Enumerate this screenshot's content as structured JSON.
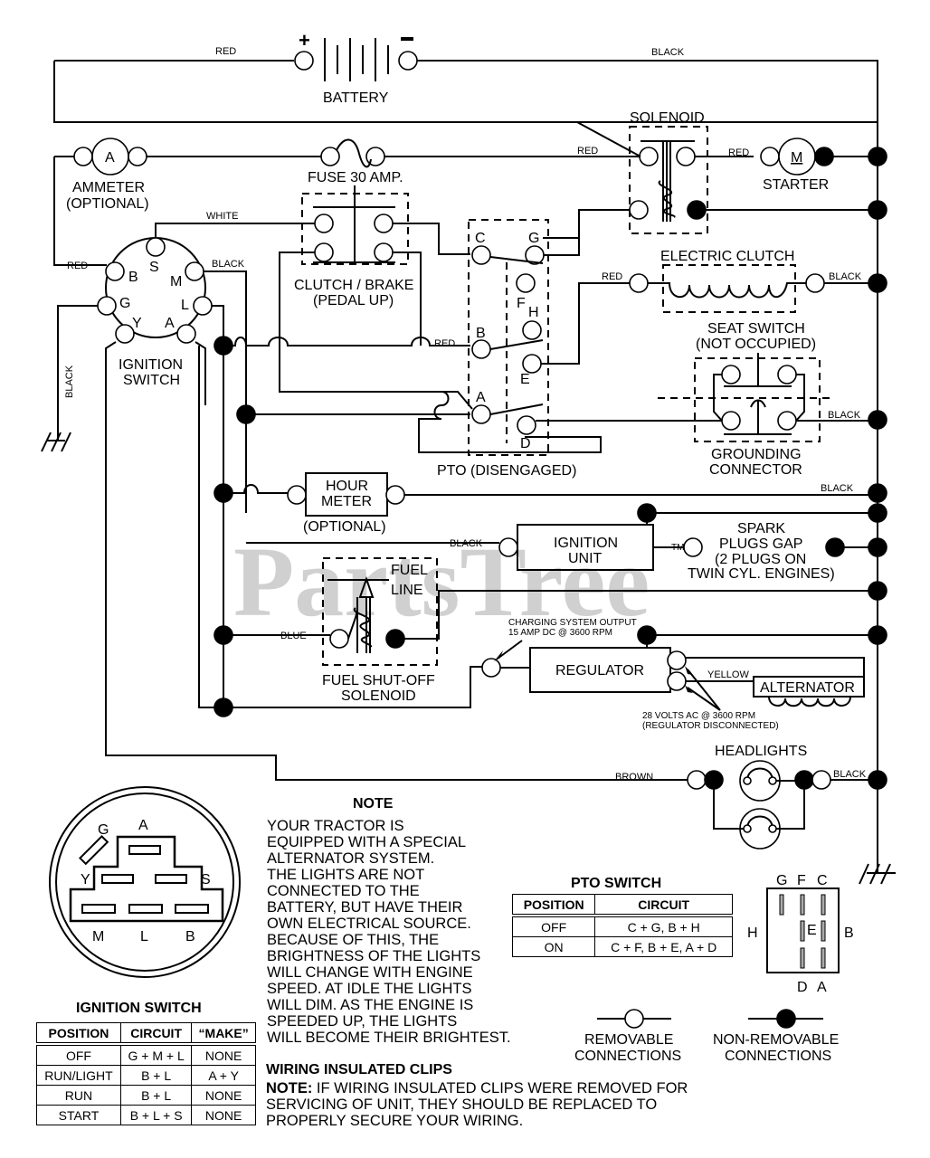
{
  "watermark": {
    "text": "PartsTree",
    "tm": "TM"
  },
  "components": {
    "battery": {
      "label": "BATTERY",
      "plus": "+",
      "minus": "−"
    },
    "ammeter": {
      "symbol": "A",
      "label_1": "AMMETER",
      "label_2": "(OPTIONAL)"
    },
    "fuse": {
      "label": "FUSE 30 AMP."
    },
    "solenoid": {
      "label": "SOLENOID"
    },
    "starter": {
      "symbol": "M",
      "label": "STARTER"
    },
    "clutch_brake": {
      "label_1": "CLUTCH / BRAKE",
      "label_2": "(PEDAL UP)"
    },
    "ignition_switch": {
      "label_1": "IGNITION",
      "label_2": "SWITCH",
      "terminals": [
        "S",
        "B",
        "M",
        "G",
        "L",
        "Y",
        "A"
      ]
    },
    "pto": {
      "label": "PTO (DISENGAGED)",
      "terminals": [
        "C",
        "G",
        "F",
        "H",
        "B",
        "E",
        "A",
        "D"
      ]
    },
    "electric_clutch": {
      "label": "ELECTRIC CLUTCH"
    },
    "seat_switch": {
      "label_1": "SEAT SWITCH",
      "label_2": "(NOT OCCUPIED)"
    },
    "grounding_connector": {
      "label_1": "GROUNDING",
      "label_2": "CONNECTOR"
    },
    "hour_meter": {
      "label_1": "HOUR",
      "label_2": "METER",
      "label_3": "(OPTIONAL)"
    },
    "ignition_unit": {
      "label_1": "IGNITION",
      "label_2": "UNIT"
    },
    "spark_plugs": {
      "label_1": "SPARK",
      "label_2": "PLUGS GAP",
      "label_3": "(2 PLUGS ON",
      "label_4": "TWIN CYL. ENGINES)"
    },
    "fuel_solenoid": {
      "label_1": "FUEL",
      "label_2": "LINE",
      "label_3": "FUEL SHUT-OFF",
      "label_4": "SOLENOID"
    },
    "regulator": {
      "label": "REGULATOR",
      "charging_1": "CHARGING SYSTEM OUTPUT",
      "charging_2": "15 AMP DC @ 3600 RPM"
    },
    "alternator": {
      "label": "ALTERNATOR",
      "volts_1": "28 VOLTS AC @ 3600 RPM",
      "volts_2": "(REGULATOR DISCONNECTED)"
    },
    "headlights": {
      "label": "HEADLIGHTS"
    }
  },
  "wires": {
    "red_battery": "RED",
    "black_battery": "BLACK",
    "red_solenoid": "RED",
    "red_starter": "RED",
    "white": "WHITE",
    "red_ign": "RED",
    "black_ign": "BLACK",
    "black_ground": "BLACK",
    "red_pto": "RED",
    "red_clutch": "RED",
    "black_clutch": "BLACK",
    "black_seat": "BLACK",
    "black_hour": "BLACK",
    "black_ignunit": "BLACK",
    "blue": "BLUE",
    "yellow": "YELLOW",
    "brown": "BROWN",
    "black_head": "BLACK"
  },
  "ignition_face": {
    "terminals": [
      "G",
      "A",
      "Y",
      "S",
      "M",
      "L",
      "B"
    ],
    "title": "IGNITION SWITCH"
  },
  "ignition_table": {
    "headers": [
      "POSITION",
      "CIRCUIT",
      "“MAKE”"
    ],
    "rows": [
      [
        "OFF",
        "G + M + L",
        "NONE"
      ],
      [
        "RUN/LIGHT",
        "B + L",
        "A + Y"
      ],
      [
        "RUN",
        "B + L",
        "NONE"
      ],
      [
        "START",
        "B + L + S",
        "NONE"
      ]
    ]
  },
  "note": {
    "title": "NOTE",
    "lines": [
      "YOUR TRACTOR IS",
      "EQUIPPED WITH A SPECIAL",
      "ALTERNATOR SYSTEM.",
      "THE LIGHTS ARE NOT",
      "CONNECTED TO THE",
      "BATTERY, BUT HAVE THEIR",
      "OWN ELECTRICAL SOURCE.",
      "BECAUSE OF THIS, THE",
      "BRIGHTNESS OF THE LIGHTS",
      "WILL CHANGE WITH ENGINE",
      "SPEED.  AT IDLE THE LIGHTS",
      "WILL DIM.  AS THE ENGINE IS",
      "SPEEDED UP, THE LIGHTS",
      "WILL BECOME THEIR BRIGHTEST."
    ]
  },
  "pto_table": {
    "title": "PTO SWITCH",
    "headers": [
      "POSITION",
      "CIRCUIT"
    ],
    "rows": [
      [
        "OFF",
        "C + G, B + H"
      ],
      [
        "ON",
        "C + F, B + E, A + D"
      ]
    ]
  },
  "pto_face": {
    "top": [
      "G",
      "F",
      "C"
    ],
    "left": "H",
    "right": "B",
    "center": "E",
    "bottom": [
      "D",
      "A"
    ]
  },
  "legend": {
    "removable_1": "REMOVABLE",
    "removable_2": "CONNECTIONS",
    "nonremovable_1": "NON-REMOVABLE",
    "nonremovable_2": "CONNECTIONS"
  },
  "clips": {
    "title": "WIRING INSULATED CLIPS",
    "note_label": "NOTE:",
    "line_1": " IF WIRING INSULATED CLIPS WERE REMOVED FOR",
    "line_2": "SERVICING OF UNIT, THEY SHOULD BE REPLACED TO",
    "line_3": "PROPERLY SECURE YOUR WIRING."
  }
}
